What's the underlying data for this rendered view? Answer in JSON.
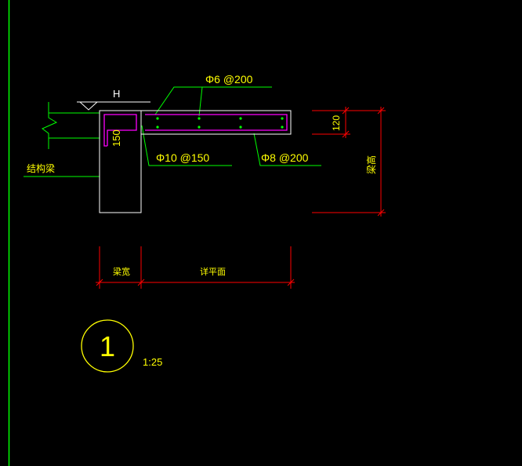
{
  "colors": {
    "background": "#000000",
    "structure": "#ffffff",
    "leader": "#00ff00",
    "rebar": "#ff00ff",
    "rebar_dot": "#00ff00",
    "dimension": "#ff0000",
    "text_yellow": "#ffff00",
    "text_white": "#ffffff",
    "frame": "#00ff00"
  },
  "labels": {
    "elevation_mark": "H",
    "top_bar": "Φ6 @200",
    "stirrup": "Φ10 @150",
    "bottom_bar": "Φ8 @200",
    "beam_depth": "150",
    "slab_thickness": "120",
    "beam_height": "梁高",
    "structural_beam": "结构梁",
    "beam_width": "梁宽",
    "ledge_width": "详平面",
    "detail_number": "1",
    "scale": "1:25"
  }
}
